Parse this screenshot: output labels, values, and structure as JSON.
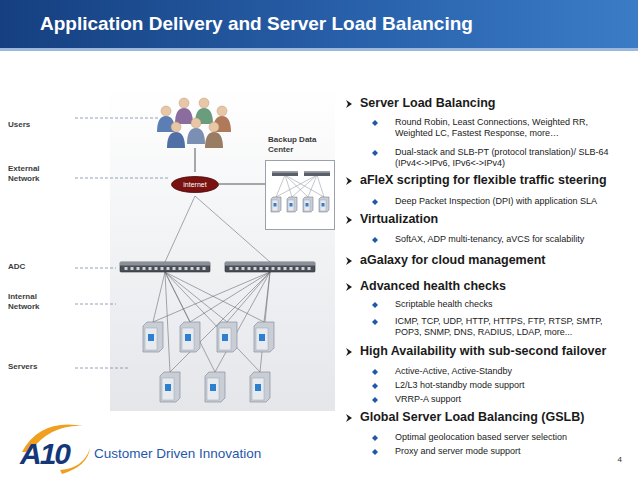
{
  "diagram": {
    "title": "Application Delivery and Server Load Balancing",
    "nodes": [
      {
        "text": [
          "internet"
        ]
      },
      {
        "text": [
          "Backup Data Center"
        ]
      }
    ],
    "edges": [
      {
        "from": 0,
        "to": 1,
        "arrow": "none"
      }
    ],
    "labels": [
      "Users",
      "External Network",
      "ADC",
      "Internal Network",
      "Servers",
      "Server Load Balancing",
      "Round Robin, Least Connections, Weighted RR, Weighted LC, Fastest Response, more…",
      "Dual-stack and SLB-PT (protocol translation)/ SLB-64 (IPv4<->IPv6, IPv6<->IPv4)",
      "aFleX scripting for flexible traffic steering",
      "Deep Packet Inspection (DPI) with application SLA",
      "Virtualization",
      "SoftAX, ADP multi-tenancy, aVCS for scalability",
      "aGalaxy for cloud management",
      "Advanced health checks",
      "Scriptable health checks",
      "ICMP, TCP, UDP, HTTP, HTTPS, FTP, RTSP, SMTP, POP3, SNMP, DNS, RADIUS, LDAP, more...",
      "High Availability with sub-second failover",
      "Active-Active, Active-Standby",
      "L2/L3 hot-standby mode support",
      "VRRP-A support",
      "Global Server Load Balancing (GSLB)",
      "Optimal geolocation based server selection",
      "Proxy and server mode support",
      "A10",
      "Customer Driven Innovation",
      "4"
    ]
  }
}
